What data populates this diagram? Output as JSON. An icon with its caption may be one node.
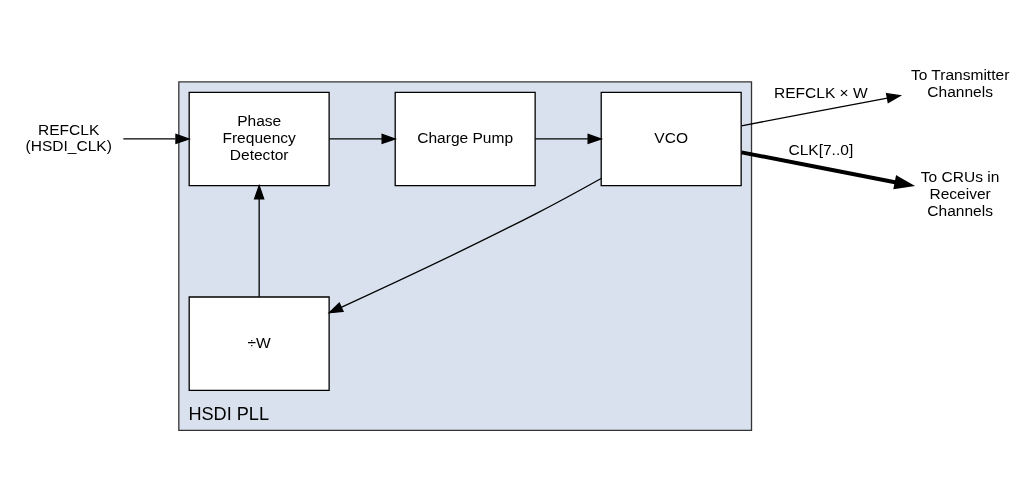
{
  "diagram": {
    "nodes": [
      {
        "text": [
          "HSDI PLL"
        ]
      },
      {
        "text": [
          "REFCLK (HSDI_CLK)"
        ]
      },
      {
        "text": [
          "Phase Frequency Detector"
        ],
        "in": 0
      },
      {
        "text": [
          "Charge Pump"
        ],
        "in": 0
      },
      {
        "text": [
          "÷W"
        ],
        "in": 0
      },
      {
        "text": [
          "VCO"
        ],
        "in": 0
      },
      {
        "text": [
          "To Transmitter Channels"
        ]
      },
      {
        "text": [
          "To CRUs in Receiver Channels"
        ]
      }
    ],
    "edges": [
      {
        "from": 1,
        "to": 2,
        "arrow": "to"
      },
      {
        "from": 2,
        "to": 3,
        "arrow": "to"
      },
      {
        "from": 3,
        "to": 5,
        "arrow": "to"
      },
      {
        "from": 5,
        "to": 4,
        "arrow": "to"
      },
      {
        "from": 4,
        "to": 2,
        "arrow": "to"
      },
      {
        "from": 5,
        "to": 6,
        "arrow": "to",
        "label": "REFCLK × W"
      },
      {
        "from": 5,
        "to": 7,
        "arrow": "to",
        "label": "CLK[7..0]",
        "style": "thick"
      }
    ]
  }
}
